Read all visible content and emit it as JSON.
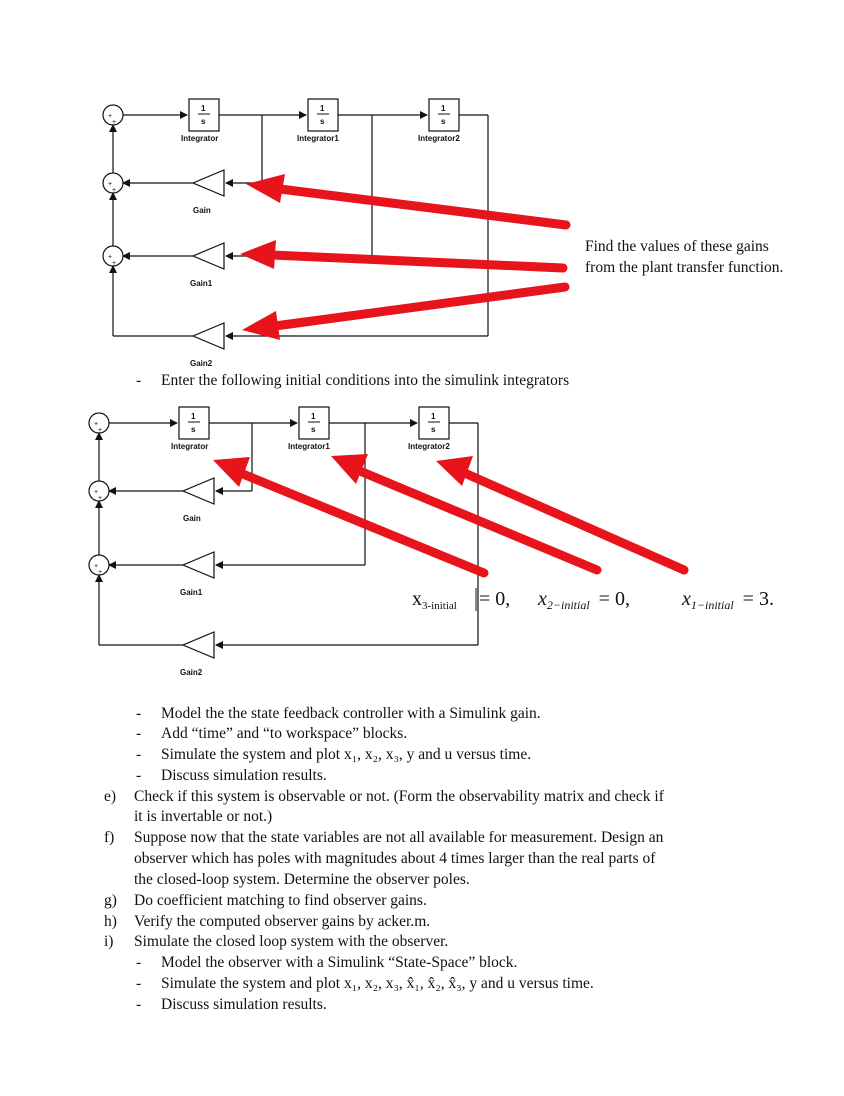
{
  "diagram1": {
    "integrators": [
      "Integrator",
      "Integrator1",
      "Integrator2"
    ],
    "gains": [
      "Gain",
      "Gain1",
      "Gain2"
    ],
    "tf_num": "1",
    "tf_den": "s"
  },
  "diagram2": {
    "integrators": [
      "Integrator",
      "Integrator1",
      "Integrator2"
    ],
    "gains": [
      "Gain",
      "Gain1",
      "Gain2"
    ],
    "tf_num": "1",
    "tf_den": "s"
  },
  "annotation": {
    "line1": "Find the values of these gains",
    "line2": "from the plant transfer function."
  },
  "initial_conditions_bullet": "Enter the following initial conditions into the simulink integrators",
  "initial_conditions": {
    "x3_label": "x",
    "x3_sub": "3-initial",
    "x3_value": "= 0,",
    "x2_label": "x",
    "x2_sub": "2−initial",
    "x2_value": "= 0,",
    "x1_label": "x",
    "x1_sub": "1−initial",
    "x1_value": "= 3."
  },
  "bullets_d": [
    "Model the the state feedback controller with a Simulink gain.",
    "Add “time” and “to workspace” blocks.",
    "Simulate the system and plot x₁, x₂, x₃, y and u versus time.",
    "Discuss simulation results."
  ],
  "items": [
    {
      "label": "e)",
      "lines": [
        "Check if this system is observable or not. (Form the observability matrix and check if",
        "it is invertable or not.)"
      ]
    },
    {
      "label": "f)",
      "lines": [
        "Suppose now that the state variables are not all available for measurement. Design an",
        "observer which has poles with magnitudes about 4 times larger than the real parts of",
        "the closed-loop system. Determine the observer poles."
      ]
    },
    {
      "label": "g)",
      "lines": [
        "Do coefficient matching to find observer gains."
      ]
    },
    {
      "label": "h)",
      "lines": [
        "Verify the computed observer gains by acker.m."
      ]
    },
    {
      "label": "i)",
      "lines": [
        "Simulate the closed loop system with the observer."
      ]
    }
  ],
  "bullets_i": [
    "Model the observer with a Simulink “State-Space” block.",
    "Simulate the system and plot x₁, x₂, x₃, x̂₁, x̂₂, x̂₃, y and u versus time.",
    "Discuss simulation results."
  ],
  "bullet_char": "-",
  "sum_signs": "++",
  "colors": {
    "arrow": "#e8141b",
    "line": "#111111"
  }
}
